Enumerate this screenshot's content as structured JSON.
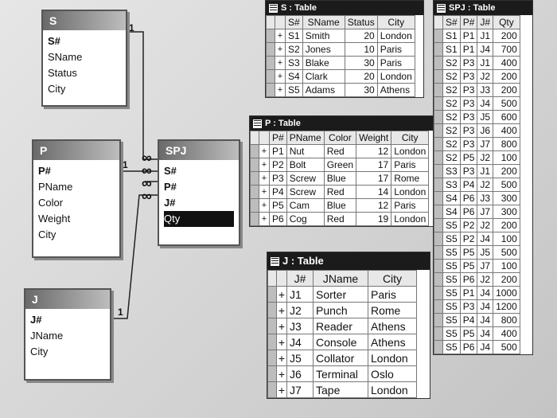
{
  "entities": {
    "S": {
      "title": "S",
      "fields": [
        "S#",
        "SName",
        "Status",
        "City"
      ]
    },
    "P": {
      "title": "P",
      "fields": [
        "P#",
        "PName",
        "Color",
        "Weight",
        "City"
      ]
    },
    "J": {
      "title": "J",
      "fields": [
        "J#",
        "JName",
        "City"
      ]
    },
    "SPJ": {
      "title": "SPJ",
      "fields": [
        "S#",
        "P#",
        "J#",
        "Qty"
      ],
      "selected": "Qty"
    }
  },
  "relations": {
    "one": "1",
    "many": "∞"
  },
  "s_table": {
    "title": "S : Table",
    "columns": [
      "S#",
      "SName",
      "Status",
      "City"
    ],
    "rows": [
      [
        "S1",
        "Smith",
        "20",
        "London"
      ],
      [
        "S2",
        "Jones",
        "10",
        "Paris"
      ],
      [
        "S3",
        "Blake",
        "30",
        "Paris"
      ],
      [
        "S4",
        "Clark",
        "20",
        "London"
      ],
      [
        "S5",
        "Adams",
        "30",
        "Athens"
      ]
    ]
  },
  "p_table": {
    "title": "P : Table",
    "columns": [
      "P#",
      "PName",
      "Color",
      "Weight",
      "City"
    ],
    "rows": [
      [
        "P1",
        "Nut",
        "Red",
        "12",
        "London"
      ],
      [
        "P2",
        "Bolt",
        "Green",
        "17",
        "Paris"
      ],
      [
        "P3",
        "Screw",
        "Blue",
        "17",
        "Rome"
      ],
      [
        "P4",
        "Screw",
        "Red",
        "14",
        "London"
      ],
      [
        "P5",
        "Cam",
        "Blue",
        "12",
        "Paris"
      ],
      [
        "P6",
        "Cog",
        "Red",
        "19",
        "London"
      ]
    ]
  },
  "j_table": {
    "title": "J : Table",
    "columns": [
      "J#",
      "JName",
      "City"
    ],
    "rows": [
      [
        "J1",
        "Sorter",
        "Paris"
      ],
      [
        "J2",
        "Punch",
        "Rome"
      ],
      [
        "J3",
        "Reader",
        "Athens"
      ],
      [
        "J4",
        "Console",
        "Athens"
      ],
      [
        "J5",
        "Collator",
        "London"
      ],
      [
        "J6",
        "Terminal",
        "Oslo"
      ],
      [
        "J7",
        "Tape",
        "London"
      ]
    ]
  },
  "spj_table": {
    "title": "SPJ : Table",
    "columns": [
      "S#",
      "P#",
      "J#",
      "Qty"
    ],
    "rows": [
      [
        "S1",
        "P1",
        "J1",
        "200"
      ],
      [
        "S1",
        "P1",
        "J4",
        "700"
      ],
      [
        "S2",
        "P3",
        "J1",
        "400"
      ],
      [
        "S2",
        "P3",
        "J2",
        "200"
      ],
      [
        "S2",
        "P3",
        "J3",
        "200"
      ],
      [
        "S2",
        "P3",
        "J4",
        "500"
      ],
      [
        "S2",
        "P3",
        "J5",
        "600"
      ],
      [
        "S2",
        "P3",
        "J6",
        "400"
      ],
      [
        "S2",
        "P3",
        "J7",
        "800"
      ],
      [
        "S2",
        "P5",
        "J2",
        "100"
      ],
      [
        "S3",
        "P3",
        "J1",
        "200"
      ],
      [
        "S3",
        "P4",
        "J2",
        "500"
      ],
      [
        "S4",
        "P6",
        "J3",
        "300"
      ],
      [
        "S4",
        "P6",
        "J7",
        "300"
      ],
      [
        "S5",
        "P2",
        "J2",
        "200"
      ],
      [
        "S5",
        "P2",
        "J4",
        "100"
      ],
      [
        "S5",
        "P5",
        "J5",
        "500"
      ],
      [
        "S5",
        "P5",
        "J7",
        "100"
      ],
      [
        "S5",
        "P6",
        "J2",
        "200"
      ],
      [
        "S5",
        "P1",
        "J4",
        "1000"
      ],
      [
        "S5",
        "P3",
        "J4",
        "1200"
      ],
      [
        "S5",
        "P4",
        "J4",
        "800"
      ],
      [
        "S5",
        "P5",
        "J4",
        "400"
      ],
      [
        "S5",
        "P6",
        "J4",
        "500"
      ]
    ]
  },
  "expand_symbol": "+"
}
